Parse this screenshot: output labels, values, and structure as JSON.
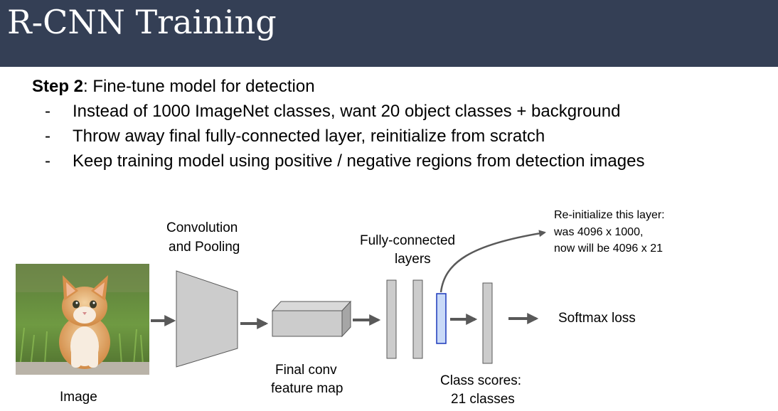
{
  "title": "R-CNN Training",
  "step": {
    "label": "Step 2",
    "text": ": Fine-tune model for detection"
  },
  "bullets": [
    {
      "dash": "-",
      "text": "Instead of 1000 ImageNet classes, want 20 object classes + background"
    },
    {
      "dash": "-",
      "text": "Throw away final fully-connected layer, reinitialize from scratch"
    },
    {
      "dash": "-",
      "text": "Keep training model using positive / negative regions from detection images"
    }
  ],
  "diagram": {
    "image_label": "Image",
    "conv_label": [
      "Convolution",
      "and Pooling"
    ],
    "feature_map_label": [
      "Final conv",
      "feature map"
    ],
    "fc_label": [
      "Fully-connected",
      "layers"
    ],
    "class_scores_label": [
      "Class scores:",
      "21 classes"
    ],
    "softmax_label": "Softmax loss",
    "reinit_note": [
      "Re-initialize this layer:",
      "was 4096 x 1000,",
      "now will be 4096 x 21"
    ]
  },
  "colors": {
    "title_bar": "#343f55",
    "block_fill": "#cccccc",
    "block_stroke": "#595959",
    "arrow": "#595959",
    "highlight_fill": "#c9daf8",
    "highlight_stroke": "#1c39bb"
  }
}
